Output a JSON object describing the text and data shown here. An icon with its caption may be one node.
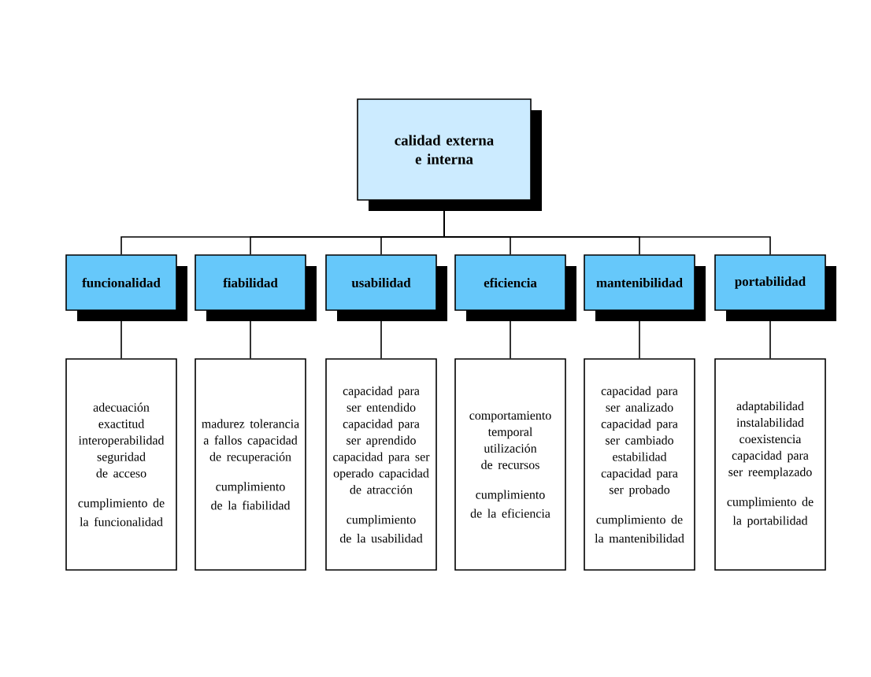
{
  "diagram": {
    "nodes": [
      {
        "text": [
          "calidad externa e interna"
        ]
      },
      {
        "text": [
          "funcionalidad"
        ]
      },
      {
        "text": [
          "fiabilidad"
        ]
      },
      {
        "text": [
          "usabilidad"
        ]
      },
      {
        "text": [
          "eficiencia"
        ]
      },
      {
        "text": [
          "mantenibilidad"
        ]
      },
      {
        "text": [
          "portabilidad"
        ]
      },
      {
        "text": [
          "adecuación exactitud interoperabilidad seguridad de acceso",
          "cumplimiento de la funcionalidad"
        ]
      },
      {
        "text": [
          "madurez tolerancia a fallos capacidad de recuperación",
          "cumplimiento de la fiabilidad"
        ]
      },
      {
        "text": [
          "capacidad para ser entendido capacidad para ser aprendido capacidad para ser operado capacidad de atracción",
          "cumplimiento de la usabilidad"
        ]
      },
      {
        "text": [
          "comportamiento temporal utilización de recursos",
          "cumplimiento de la eficiencia"
        ]
      },
      {
        "text": [
          "capacidad para ser analizado capacidad para ser cambiado estabilidad capacidad para ser probado",
          "cumplimiento de la mantenibilidad"
        ]
      },
      {
        "text": [
          "adaptabilidad instalabilidad coexistencia capacidad para ser reemplazado",
          "cumplimiento de la portabilidad"
        ]
      }
    ],
    "edges": [
      {
        "from": 0,
        "to": 1,
        "arrow": "none"
      },
      {
        "from": 0,
        "to": 2,
        "arrow": "none"
      },
      {
        "from": 0,
        "to": 3,
        "arrow": "none"
      },
      {
        "from": 0,
        "to": 4,
        "arrow": "none"
      },
      {
        "from": 0,
        "to": 5,
        "arrow": "none"
      },
      {
        "from": 0,
        "to": 6,
        "arrow": "none"
      },
      {
        "from": 1,
        "to": 7,
        "arrow": "none"
      },
      {
        "from": 2,
        "to": 8,
        "arrow": "none"
      },
      {
        "from": 3,
        "to": 9,
        "arrow": "none"
      },
      {
        "from": 4,
        "to": 10,
        "arrow": "none"
      },
      {
        "from": 5,
        "to": 11,
        "arrow": "none"
      },
      {
        "from": 6,
        "to": 12,
        "arrow": "none"
      }
    ]
  }
}
